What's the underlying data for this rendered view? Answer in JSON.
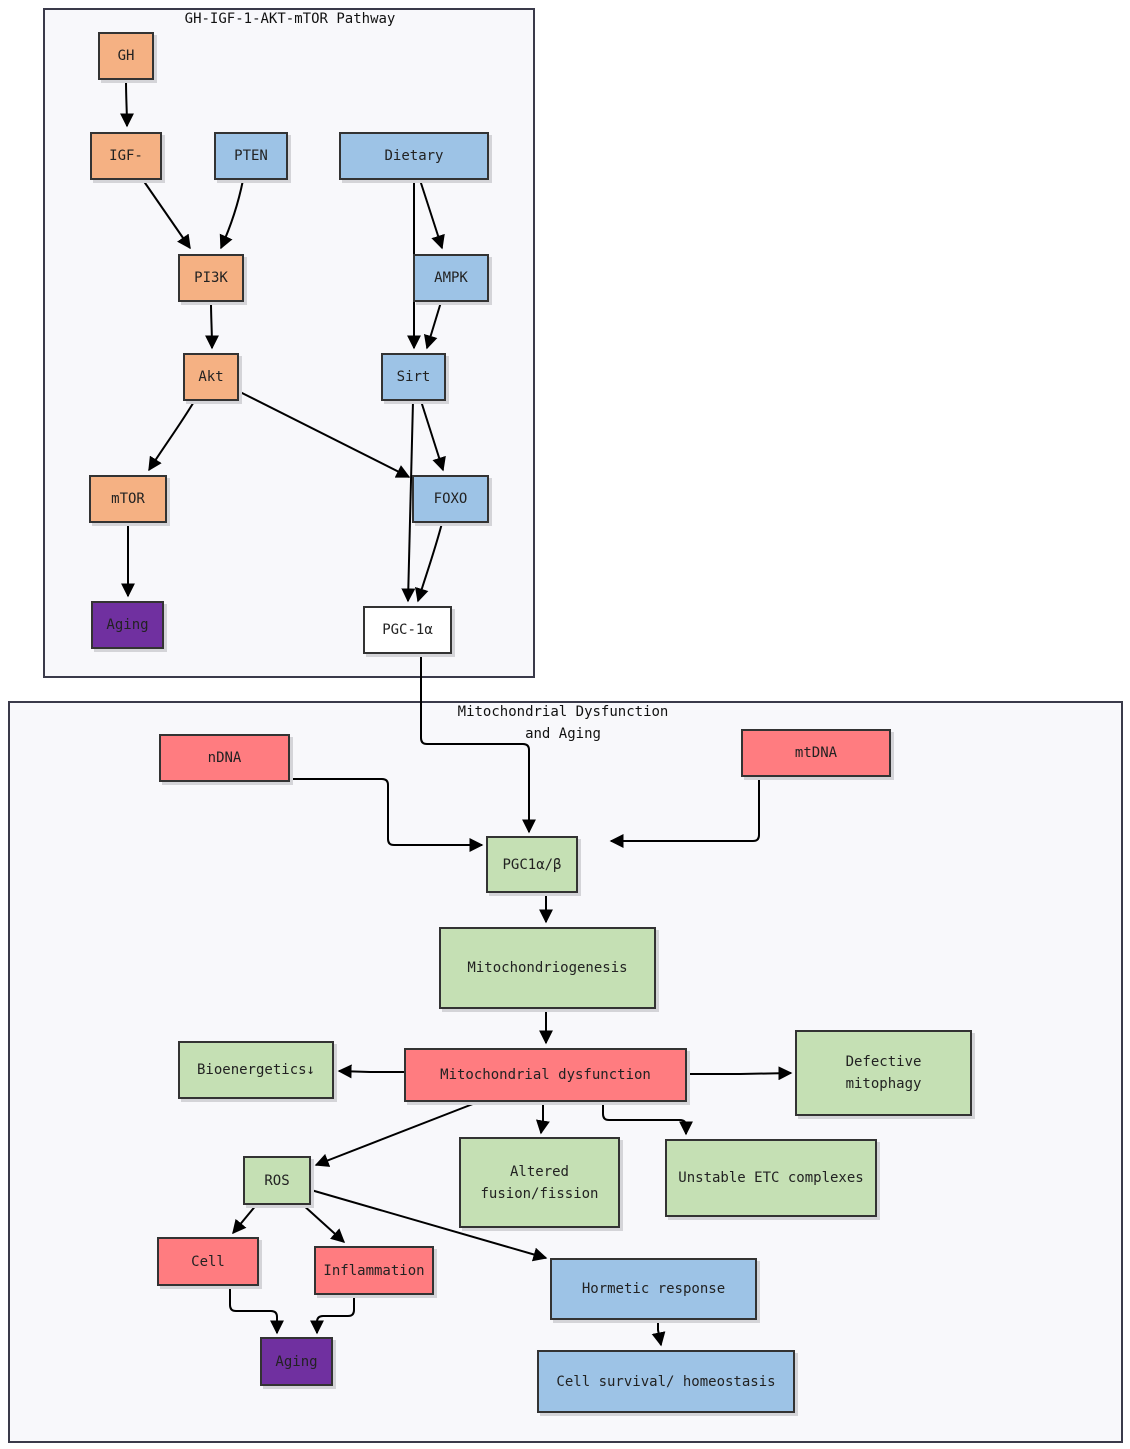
{
  "clusters": {
    "top": {
      "title": "GH-IGF-1-AKT-mTOR Pathway"
    },
    "bottom": {
      "title": "Mitochondrial Dysfunction\nand Aging"
    }
  },
  "colors": {
    "orange": "#f5b183",
    "blue": "#9dc3e6",
    "purple": "#7030a0",
    "white": "#ffffff",
    "red": "#ff7c80",
    "green": "#c5e0b4"
  },
  "nodes": {
    "gh": "GH",
    "igf": "IGF-",
    "pten": "PTEN",
    "dietary": "Dietary",
    "pi3k": "PI3K",
    "ampk": "AMPK",
    "akt": "Akt",
    "sirt": "Sirt",
    "mtor": "mTOR",
    "foxo": "FOXO",
    "aging_top": "Aging",
    "pgc1a": "PGC-1α",
    "ndna": "nDNA",
    "mtdna": "mtDNA",
    "pgc1ab": "PGC1α/β",
    "mitochondriogenesis": "Mitochondriogenesis",
    "bioenergetics": "Bioenergetics↓",
    "mito_dysfunction": "Mitochondrial dysfunction",
    "defective_mitophagy": "Defective\nmitophagy",
    "ros": "ROS",
    "altered_fusion": "Altered\nfusion/fission",
    "unstable_etc": "Unstable ETC complexes",
    "cell": "Cell",
    "inflammation": "Inflammation",
    "hormetic": "Hormetic response",
    "aging_bottom": "Aging",
    "cell_survival": "Cell survival/ homeostasis"
  }
}
